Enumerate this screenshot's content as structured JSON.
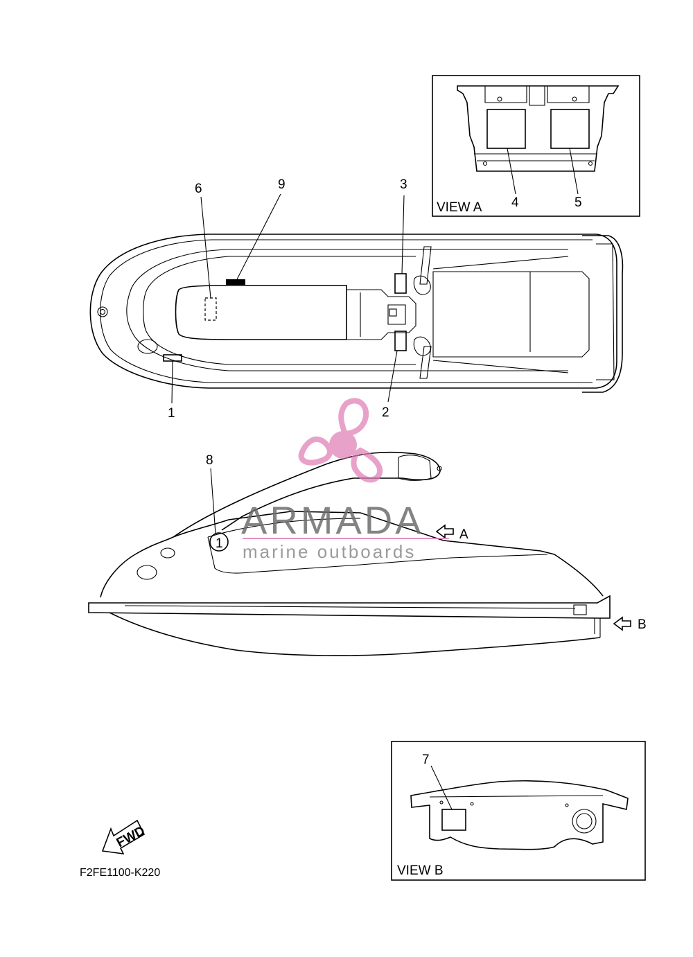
{
  "diagram": {
    "part_code": "F2FE1100-K220",
    "view_a": {
      "title": "VIEW A",
      "callouts": [
        "4",
        "5"
      ]
    },
    "view_b": {
      "title": "VIEW B",
      "callouts": [
        "7"
      ]
    },
    "top_view_callouts": [
      "1",
      "2",
      "3",
      "6",
      "9"
    ],
    "side_view_callouts": [
      "8"
    ],
    "direction_markers": [
      "A",
      "B"
    ],
    "fwd_badge": "FWD",
    "label_icon_text": "1"
  },
  "watermark": {
    "brand": "ARMADA",
    "tagline": "marine outboards",
    "color": "#e07fb4"
  }
}
